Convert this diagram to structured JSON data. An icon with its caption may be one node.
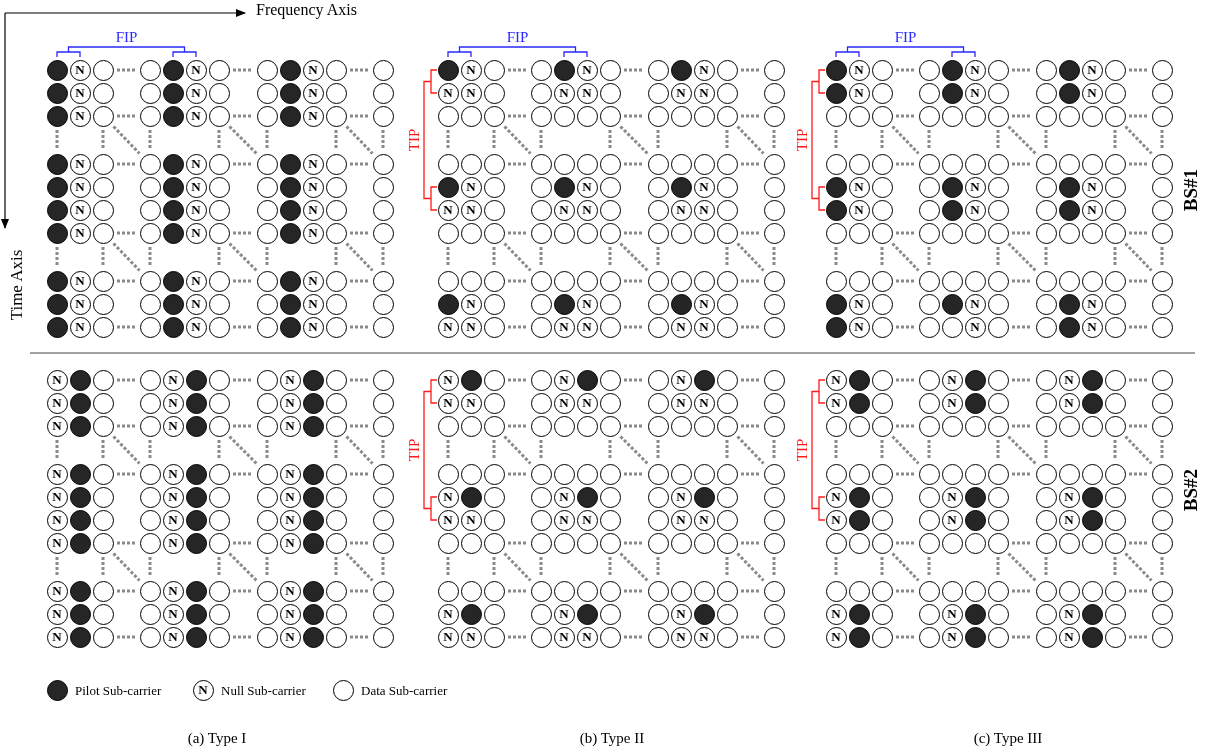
{
  "diagram": {
    "labels": [
      "Frequency Axis",
      "Time Axis",
      "FIP",
      "N",
      "N",
      "N",
      "N",
      "N",
      "N",
      "N",
      "N",
      "N",
      "N",
      "N",
      "N",
      "N",
      "N",
      "N",
      "N",
      "N",
      "N",
      "N",
      "N",
      "N",
      "N",
      "N",
      "N",
      "N",
      "N",
      "N",
      "N",
      "N",
      "N",
      "FIP",
      "TIP",
      "N",
      "N",
      "N",
      "N",
      "N",
      "N",
      "N",
      "N",
      "N",
      "N",
      "N",
      "N",
      "N",
      "N",
      "N",
      "N",
      "N",
      "N",
      "N",
      "N",
      "N",
      "N",
      "N",
      "N",
      "N",
      "N",
      "N",
      "FIP",
      "TIP",
      "N",
      "N",
      "N",
      "N",
      "N",
      "N",
      "N",
      "N",
      "N",
      "N",
      "N",
      "N",
      "N",
      "N",
      "N",
      "N",
      "N",
      "N",
      "BS#1",
      "N",
      "N",
      "N",
      "N",
      "N",
      "N",
      "N",
      "N",
      "N",
      "N",
      "N",
      "N",
      "N",
      "N",
      "N",
      "N",
      "N",
      "N",
      "N",
      "N",
      "N",
      "N",
      "N",
      "N",
      "N",
      "N",
      "N",
      "N",
      "N",
      "N",
      "TIP",
      "N",
      "N",
      "N",
      "N",
      "N",
      "N",
      "N",
      "N",
      "N",
      "N",
      "N",
      "N",
      "N",
      "N",
      "N",
      "N",
      "N",
      "N",
      "N",
      "N",
      "N",
      "N",
      "N",
      "N",
      "N",
      "N",
      "N",
      "TIP",
      "N",
      "N",
      "N",
      "N",
      "N",
      "N",
      "N",
      "N",
      "N",
      "N",
      "N",
      "N",
      "N",
      "N",
      "N",
      "N",
      "N",
      "N",
      "BS#2",
      "N",
      "(a) Type I",
      "(b) Type II",
      "(c) Type III"
    ],
    "legend": [
      {
        "text": "Pilot Sub-carrier"
      },
      {
        "text": "Null Sub-carrier"
      },
      {
        "text": "Data Sub-carrier"
      }
    ]
  }
}
